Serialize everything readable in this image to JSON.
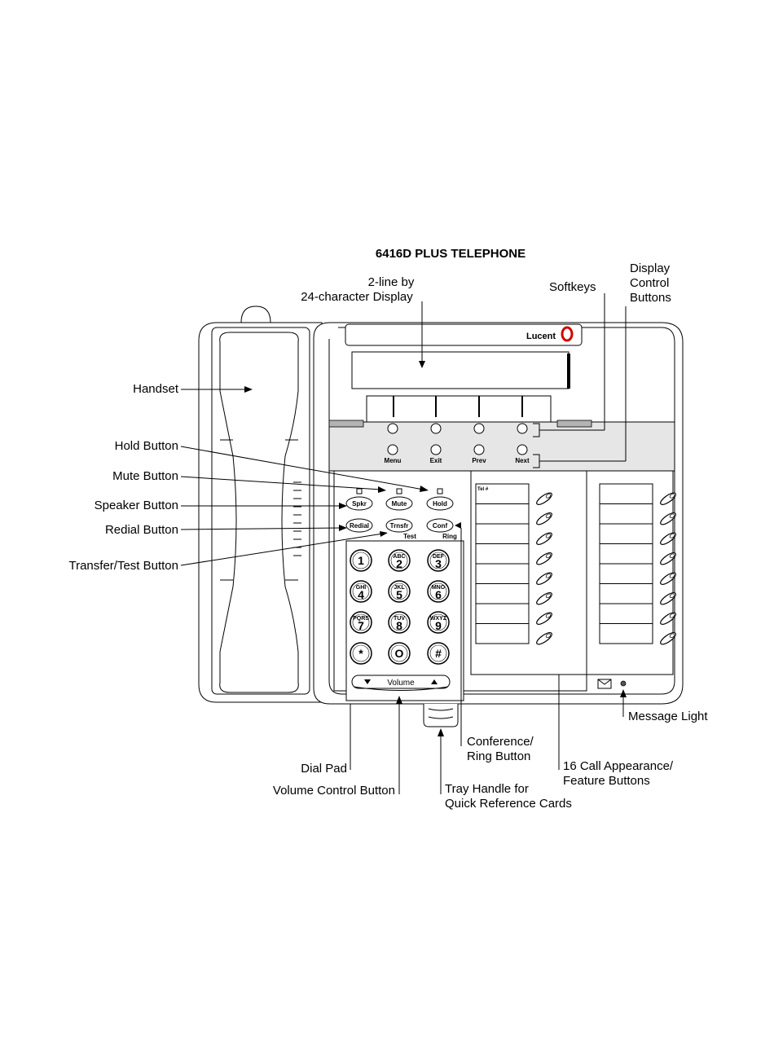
{
  "title": "6416D PLUS TELEPHONE",
  "brand": "Lucent",
  "colors": {
    "line": "#000000",
    "panel": "#e6e6e6",
    "bezel": "#b3b3b3"
  },
  "callouts": {
    "display": [
      "2-line by",
      "24-character Display"
    ],
    "softkeys": "Softkeys",
    "display_control": [
      "Display",
      "Control",
      "Buttons"
    ],
    "handset": "Handset",
    "hold": "Hold Button",
    "mute": "Mute Button",
    "speaker": "Speaker Button",
    "redial": "Redial Button",
    "transfer": "Transfer/Test Button",
    "dial_pad": "Dial Pad",
    "volume_control": "Volume Control Button",
    "tray_handle": [
      "Tray Handle for",
      "Quick Reference Cards"
    ],
    "conference": [
      "Conference/",
      "Ring Button"
    ],
    "call_appearance": [
      "16 Call Appearance/",
      "Feature Buttons"
    ],
    "message_light": "Message Light"
  },
  "display_control_buttons": [
    "Menu",
    "Exit",
    "Prev",
    "Next"
  ],
  "feature_buttons": {
    "spkr": "Spkr",
    "mute": "Mute",
    "hold": "Hold",
    "redial": "Redial",
    "trnsfr": "Trnsfr",
    "conf": "Conf",
    "test": "Test",
    "ring": "Ring"
  },
  "dialpad": [
    {
      "digit": "1",
      "letters": ""
    },
    {
      "digit": "2",
      "letters": "ABC"
    },
    {
      "digit": "3",
      "letters": "DEF"
    },
    {
      "digit": "4",
      "letters": "GHI"
    },
    {
      "digit": "5",
      "letters": "JKL"
    },
    {
      "digit": "6",
      "letters": "MNO"
    },
    {
      "digit": "7",
      "letters": "PQRS"
    },
    {
      "digit": "8",
      "letters": "TUV"
    },
    {
      "digit": "9",
      "letters": "WXYZ"
    },
    {
      "digit": "*",
      "letters": ""
    },
    {
      "digit": "O",
      "letters": ""
    },
    {
      "digit": "#",
      "letters": ""
    }
  ],
  "volume_label": "Volume",
  "card_header": "Tel #",
  "call_appearance_count": 16,
  "icons": {
    "message": "envelope-icon",
    "volume_down": "triangle-down-icon",
    "volume_up": "triangle-up-icon",
    "led": "led-icon"
  }
}
